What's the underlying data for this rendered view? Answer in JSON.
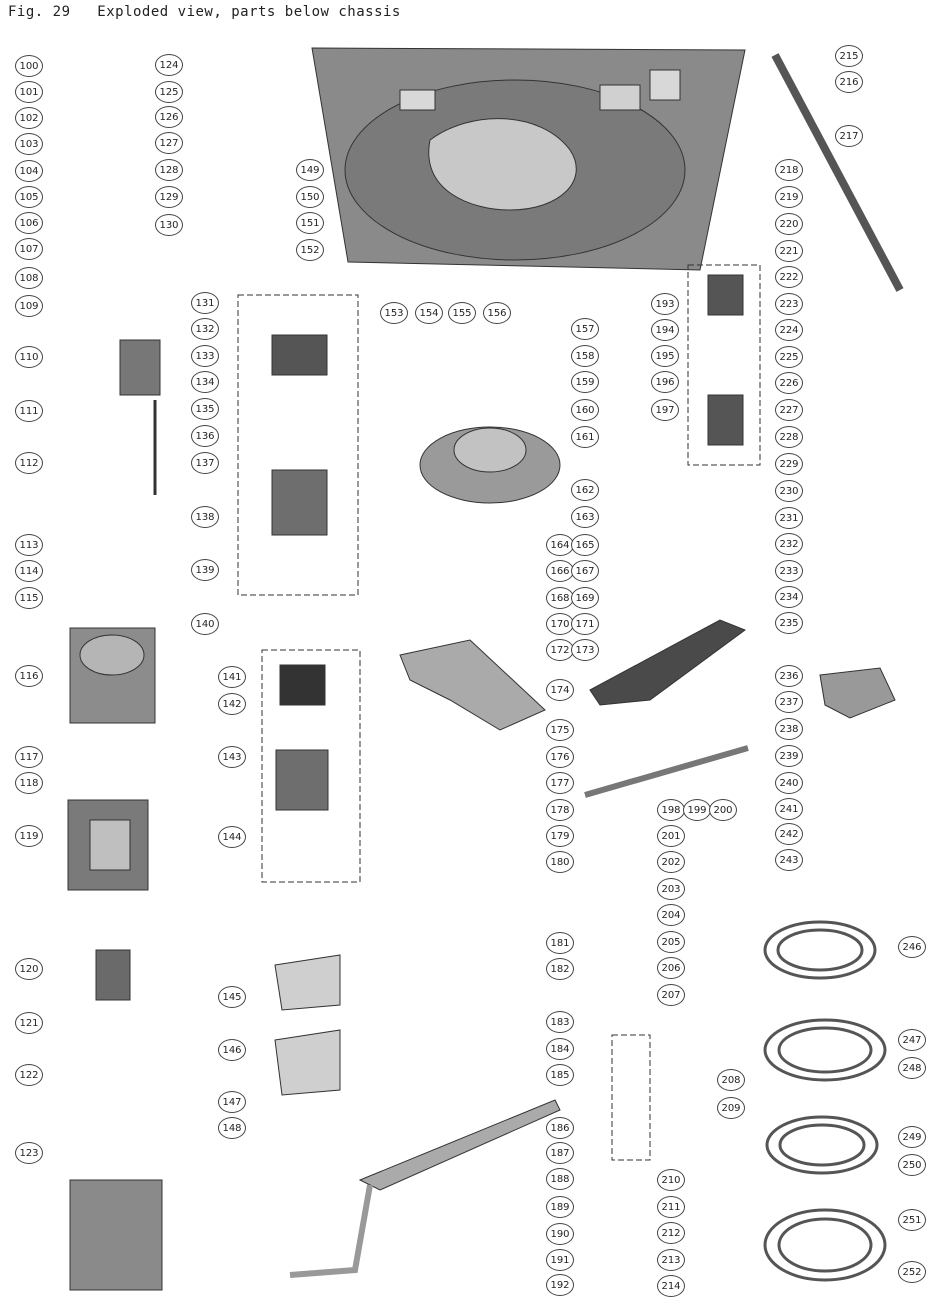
{
  "figure": {
    "title": "Fig. 29   Exploded view, parts below chassis"
  },
  "parts": [
    "100",
    "101",
    "102",
    "103",
    "104",
    "105",
    "106",
    "107",
    "108",
    "109",
    "110",
    "111",
    "112",
    "113",
    "114",
    "115",
    "116",
    "117",
    "118",
    "119",
    "120",
    "121",
    "122",
    "123",
    "124",
    "125",
    "126",
    "127",
    "128",
    "129",
    "130",
    "131",
    "132",
    "133",
    "134",
    "135",
    "136",
    "137",
    "138",
    "139",
    "140",
    "141",
    "142",
    "143",
    "144",
    "145",
    "146",
    "147",
    "148",
    "149",
    "150",
    "151",
    "152",
    "153",
    "154",
    "155",
    "156",
    "157",
    "158",
    "159",
    "160",
    "161",
    "162",
    "163",
    "164",
    "165",
    "166",
    "167",
    "168",
    "169",
    "170",
    "171",
    "172",
    "173",
    "174",
    "175",
    "176",
    "177",
    "178",
    "179",
    "180",
    "181",
    "182",
    "183",
    "184",
    "185",
    "186",
    "187",
    "188",
    "189",
    "190",
    "191",
    "192",
    "193",
    "194",
    "195",
    "196",
    "197",
    "198",
    "199",
    "200",
    "201",
    "202",
    "203",
    "204",
    "205",
    "206",
    "207",
    "208",
    "209",
    "210",
    "211",
    "212",
    "213",
    "214",
    "215",
    "216",
    "217",
    "218",
    "219",
    "220",
    "221",
    "222",
    "223",
    "224",
    "225",
    "226",
    "227",
    "228",
    "229",
    "230",
    "231",
    "232",
    "233",
    "234",
    "235",
    "236",
    "237",
    "238",
    "239",
    "240",
    "241",
    "242",
    "243",
    "246",
    "247",
    "248",
    "249",
    "250",
    "251",
    "252"
  ]
}
